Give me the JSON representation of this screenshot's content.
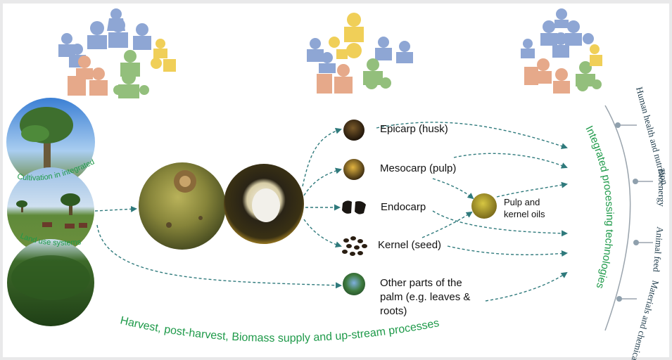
{
  "parts": {
    "epicarp": "Epicarp (husk)",
    "mesocarp": "Mesocarp (pulp)",
    "endocarp": "Endocarp",
    "kernel": "Kernel (seed)",
    "other": "Other parts of the palm (e.g. leaves & roots)"
  },
  "oils": "Pulp and kernel oils",
  "cultivation": {
    "top": "Cultivation in integrated",
    "bottom": "Land use systems"
  },
  "harvest": "Harvest, post-harvest, Biomass supply and  up-stream processes",
  "processing": "Integrated processing technologies",
  "applications": [
    "Human health and nutrition",
    "Bioenergy",
    "Animal feed",
    "Materials and chemicals"
  ],
  "colors": {
    "arrow": "#2f7a7c",
    "green_text": "#1f9a4a",
    "people_blue": "#8ea6d4",
    "people_orange": "#e6a98a",
    "people_green": "#93bf7c",
    "people_yellow": "#f0cf58"
  }
}
